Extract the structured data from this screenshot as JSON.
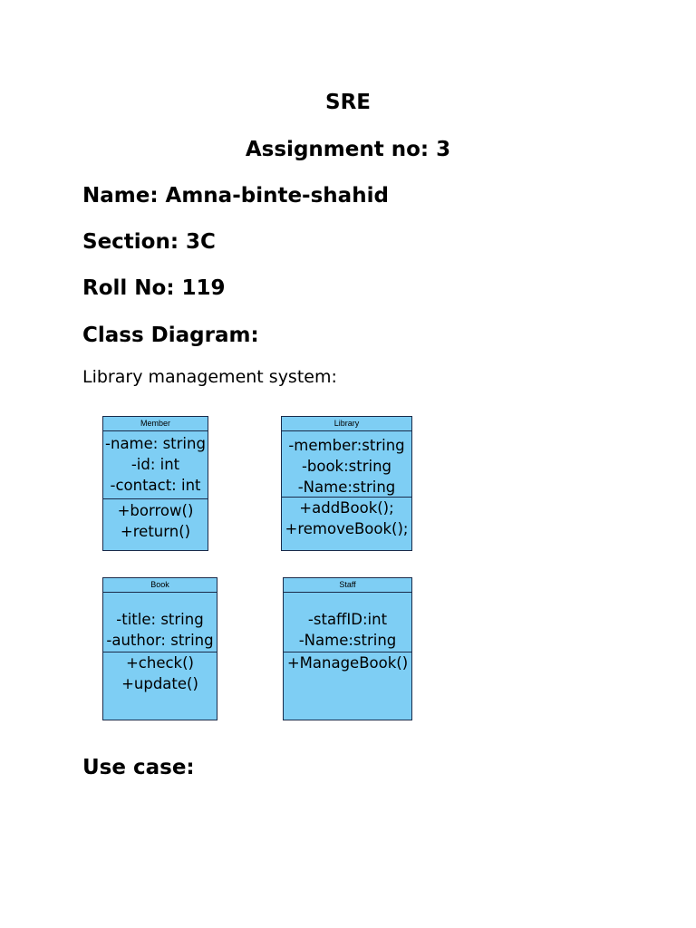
{
  "header": {
    "course": "SRE",
    "assignment": "Assignment no: 3",
    "name": "Name: Amna-binte-shahid",
    "section": "Section: 3C",
    "roll": "Roll No: 119",
    "class_diagram_heading": "Class Diagram:",
    "subtitle": "Library management system:"
  },
  "diagram": {
    "classes": [
      {
        "name": "Member",
        "attributes": [
          "-name: string",
          "-id: int",
          "-contact: int"
        ],
        "methods": [
          "+borrow()",
          "+return()"
        ]
      },
      {
        "name": "Library",
        "attributes": [
          "-member:string",
          "-book:string",
          "-Name:string"
        ],
        "methods": [
          "+addBook();",
          "+removeBook();"
        ]
      },
      {
        "name": "Book",
        "attributes": [
          "-title: string",
          "-author: string"
        ],
        "methods": [
          "+check()",
          "+update()"
        ]
      },
      {
        "name": "Staff",
        "attributes": [
          "-staffID:int",
          "-Name:string"
        ],
        "methods": [
          "+ManageBook()"
        ]
      }
    ],
    "fill_color": "#7ecef4",
    "border_color": "#1a2b4a"
  },
  "footer": {
    "use_case_heading": "Use case:"
  }
}
